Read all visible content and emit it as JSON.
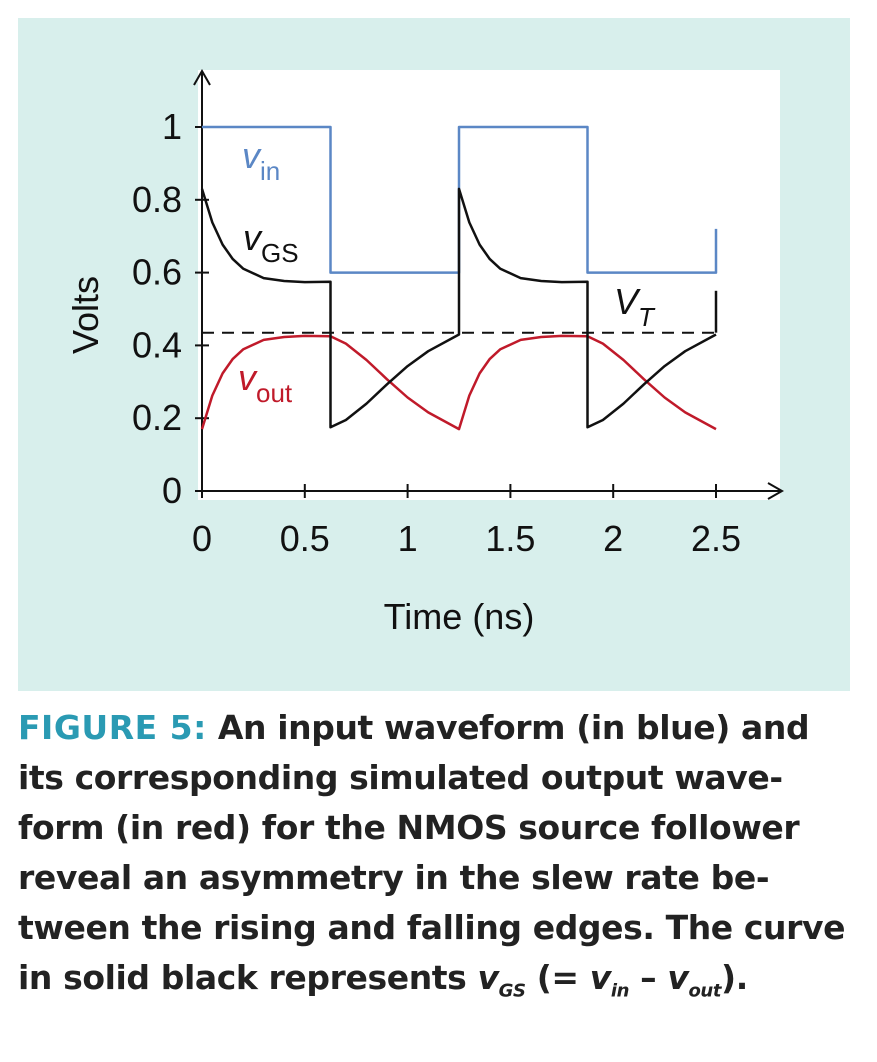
{
  "chart_data": {
    "type": "line",
    "xlabel": "Time (ns)",
    "ylabel": "Volts",
    "xlim": [
      0,
      2.5
    ],
    "ylim": [
      0,
      1
    ],
    "x_ticks": [
      "0",
      "0.5",
      "1",
      "1.5",
      "2",
      "2.5"
    ],
    "y_ticks": [
      "0",
      "0.2",
      "0.4",
      "0.6",
      "0.8",
      "1"
    ],
    "grid": false,
    "colors": {
      "vin": "#5b87c5",
      "vout": "#c01a2a",
      "vgs": "#111111",
      "vt": "#111111"
    },
    "series_labels": {
      "vin": {
        "main": "v",
        "sub": "in"
      },
      "vgs": {
        "main": "v",
        "sub": "GS"
      },
      "vout": {
        "main": "v",
        "sub": "out"
      },
      "vt": {
        "main": "V",
        "sub": "T"
      }
    },
    "series": [
      {
        "key": "vin",
        "x": [
          0,
          0.625,
          0.625,
          1.25,
          1.25,
          1.875,
          1.875,
          2.5,
          2.5
        ],
        "y": [
          1,
          1,
          0.6,
          0.6,
          1,
          1,
          0.6,
          0.6,
          0.72
        ]
      },
      {
        "key": "vout",
        "x": [
          0,
          0.05,
          0.1,
          0.15,
          0.2,
          0.3,
          0.4,
          0.5,
          0.625,
          0.7,
          0.8,
          0.9,
          1.0,
          1.1,
          1.25,
          1.3,
          1.35,
          1.4,
          1.45,
          1.55,
          1.65,
          1.75,
          1.875,
          1.95,
          2.05,
          2.15,
          2.25,
          2.35,
          2.5
        ],
        "y": [
          0.17,
          0.262,
          0.323,
          0.363,
          0.389,
          0.415,
          0.423,
          0.426,
          0.425,
          0.405,
          0.36,
          0.307,
          0.257,
          0.216,
          0.17,
          0.262,
          0.323,
          0.363,
          0.389,
          0.415,
          0.423,
          0.426,
          0.425,
          0.405,
          0.36,
          0.307,
          0.257,
          0.216,
          0.17
        ]
      },
      {
        "key": "vgs",
        "x": [
          0,
          0.05,
          0.1,
          0.15,
          0.2,
          0.3,
          0.4,
          0.5,
          0.625,
          0.625,
          0.7,
          0.8,
          0.9,
          1.0,
          1.1,
          1.25,
          1.25,
          1.3,
          1.35,
          1.4,
          1.45,
          1.55,
          1.65,
          1.75,
          1.875,
          1.875,
          1.95,
          2.05,
          2.15,
          2.25,
          2.35,
          2.5
        ],
        "y": [
          0.83,
          0.738,
          0.677,
          0.637,
          0.611,
          0.585,
          0.577,
          0.574,
          0.575,
          0.175,
          0.195,
          0.24,
          0.293,
          0.343,
          0.384,
          0.43,
          0.83,
          0.738,
          0.677,
          0.637,
          0.611,
          0.585,
          0.577,
          0.574,
          0.575,
          0.175,
          0.195,
          0.24,
          0.293,
          0.343,
          0.384,
          0.43
        ]
      },
      {
        "key": "vt",
        "style": "dashed",
        "x": [
          0,
          2.5
        ],
        "y": [
          0.435,
          0.435
        ]
      }
    ]
  },
  "caption": {
    "label": "FIGURE 5:",
    "line1_text": "An input waveform (in blue) and",
    "line2": "its corresponding simulated output wave-",
    "line3": "form (in red) for the NMOS source follower",
    "line4": "reveal an asymmetry in the slew rate be-",
    "line5": "tween the rising and falling edges. The curve",
    "line6_prefix": "in solid black represents",
    "v": "v",
    "sub_gs": "GS",
    "paren_open": "(=",
    "sub_in": "in",
    "minus": "–",
    "sub_out": "out",
    "paren_close": ")."
  }
}
